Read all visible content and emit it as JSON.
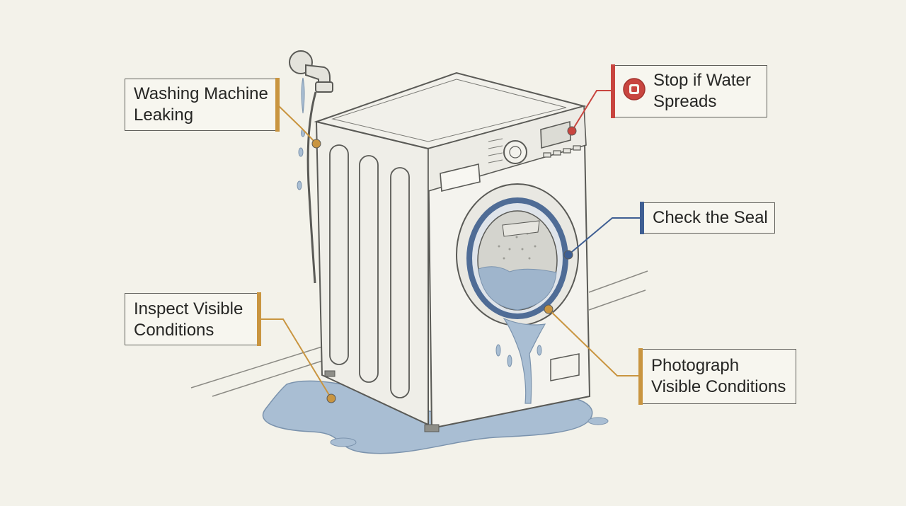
{
  "callouts": {
    "washing_machine_leaking": {
      "lines": [
        "Washing Machine",
        "Leaking"
      ],
      "color": "#c99540"
    },
    "stop_if_water_spreads": {
      "lines": [
        "Stop if Water",
        "Spreads"
      ],
      "color": "#c8453f",
      "icon": "stop-icon"
    },
    "check_the_seal": {
      "lines": [
        "Check the Seal"
      ],
      "color": "#3f5f93"
    },
    "inspect_visible_conditions": {
      "lines": [
        "Inspect Visible",
        "Conditions"
      ],
      "color": "#c99540"
    },
    "photograph_visible_conditions": {
      "lines": [
        "Photograph",
        "Visible Conditions"
      ],
      "color": "#c99540"
    }
  },
  "colors": {
    "background": "#f3f2ea",
    "water": "#a9bed3",
    "outline": "#5a5a56"
  }
}
